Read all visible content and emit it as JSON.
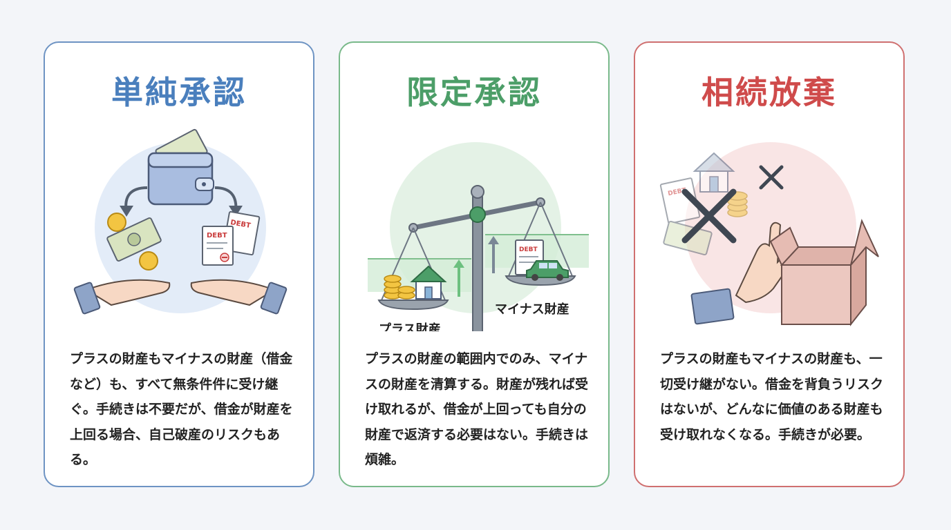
{
  "cards": [
    {
      "title": "単純承認",
      "description": "プラスの財産もマイナスの財産（借金など）も、すべて無条件件に受け継ぐ。手続きは不要だが、借金が財産を上回る場合、自己破産のリスクもある。",
      "accent": "#4a7fbd",
      "icons": [
        "wallet-icon",
        "cash-icon",
        "coin-icon",
        "debt-document-icon",
        "hand-icon",
        "arrow-icon"
      ],
      "debt_label": "DEBT"
    },
    {
      "title": "限定承認",
      "description": "プラスの財産の範囲内でのみ、マイナスの財産を清算する。財産が残れば受け取れるが、借金が上回っても自分の財産で返済する必要はない。手続きは煩雑。",
      "accent": "#4c9e68",
      "icons": [
        "balance-scale-icon",
        "house-icon",
        "coin-icon",
        "car-icon",
        "debt-document-icon",
        "up-arrow-icon"
      ],
      "plus_label": "プラス財産",
      "minus_label": "マイナス財産",
      "debt_label": "DEBT"
    },
    {
      "title": "相続放棄",
      "description": "プラスの財産もマイナスの財産も、一切受け継がない。借金を背負うリスクはないが、どんなに価値のある財産も受け取れなくなる。手続きが必要。",
      "accent": "#cf4b4b",
      "icons": [
        "house-icon",
        "document-icon",
        "coin-icon",
        "cross-icon",
        "refusing-hand-icon",
        "empty-box-icon"
      ],
      "debt_label": "DEBT"
    }
  ]
}
